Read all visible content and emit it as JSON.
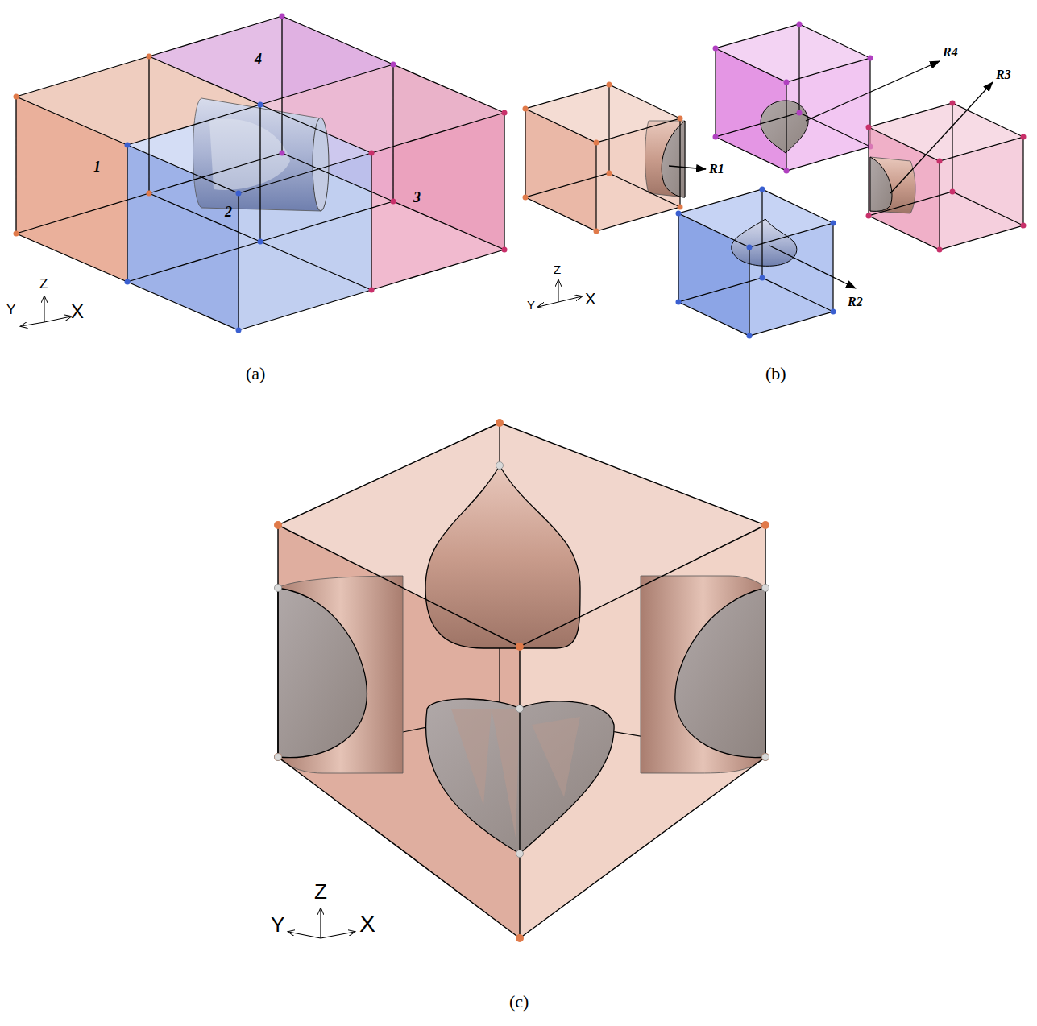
{
  "diagram": {
    "labels": [
      "4",
      "1",
      "3",
      "2",
      "Z",
      "Y",
      "X",
      "R4",
      "R3",
      "R1",
      "R2",
      "Z",
      "Y",
      "X",
      "(a)",
      "(b)",
      "Z",
      "Y",
      "X",
      "(c)"
    ]
  }
}
